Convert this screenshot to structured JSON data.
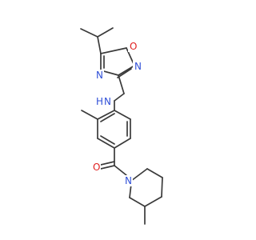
{
  "colors": {
    "background": "#ffffff",
    "bond": "#3a3a3a",
    "nitrogen": "#3050d8",
    "oxygen": "#e02020"
  },
  "atoms": {
    "oxadiazole_o": "O",
    "oxadiazole_n_upper": "N",
    "oxadiazole_n_lower": "N",
    "amine_n": "N",
    "amine_h": "H",
    "carbonyl_o": "O",
    "piperidine_n": "N"
  }
}
